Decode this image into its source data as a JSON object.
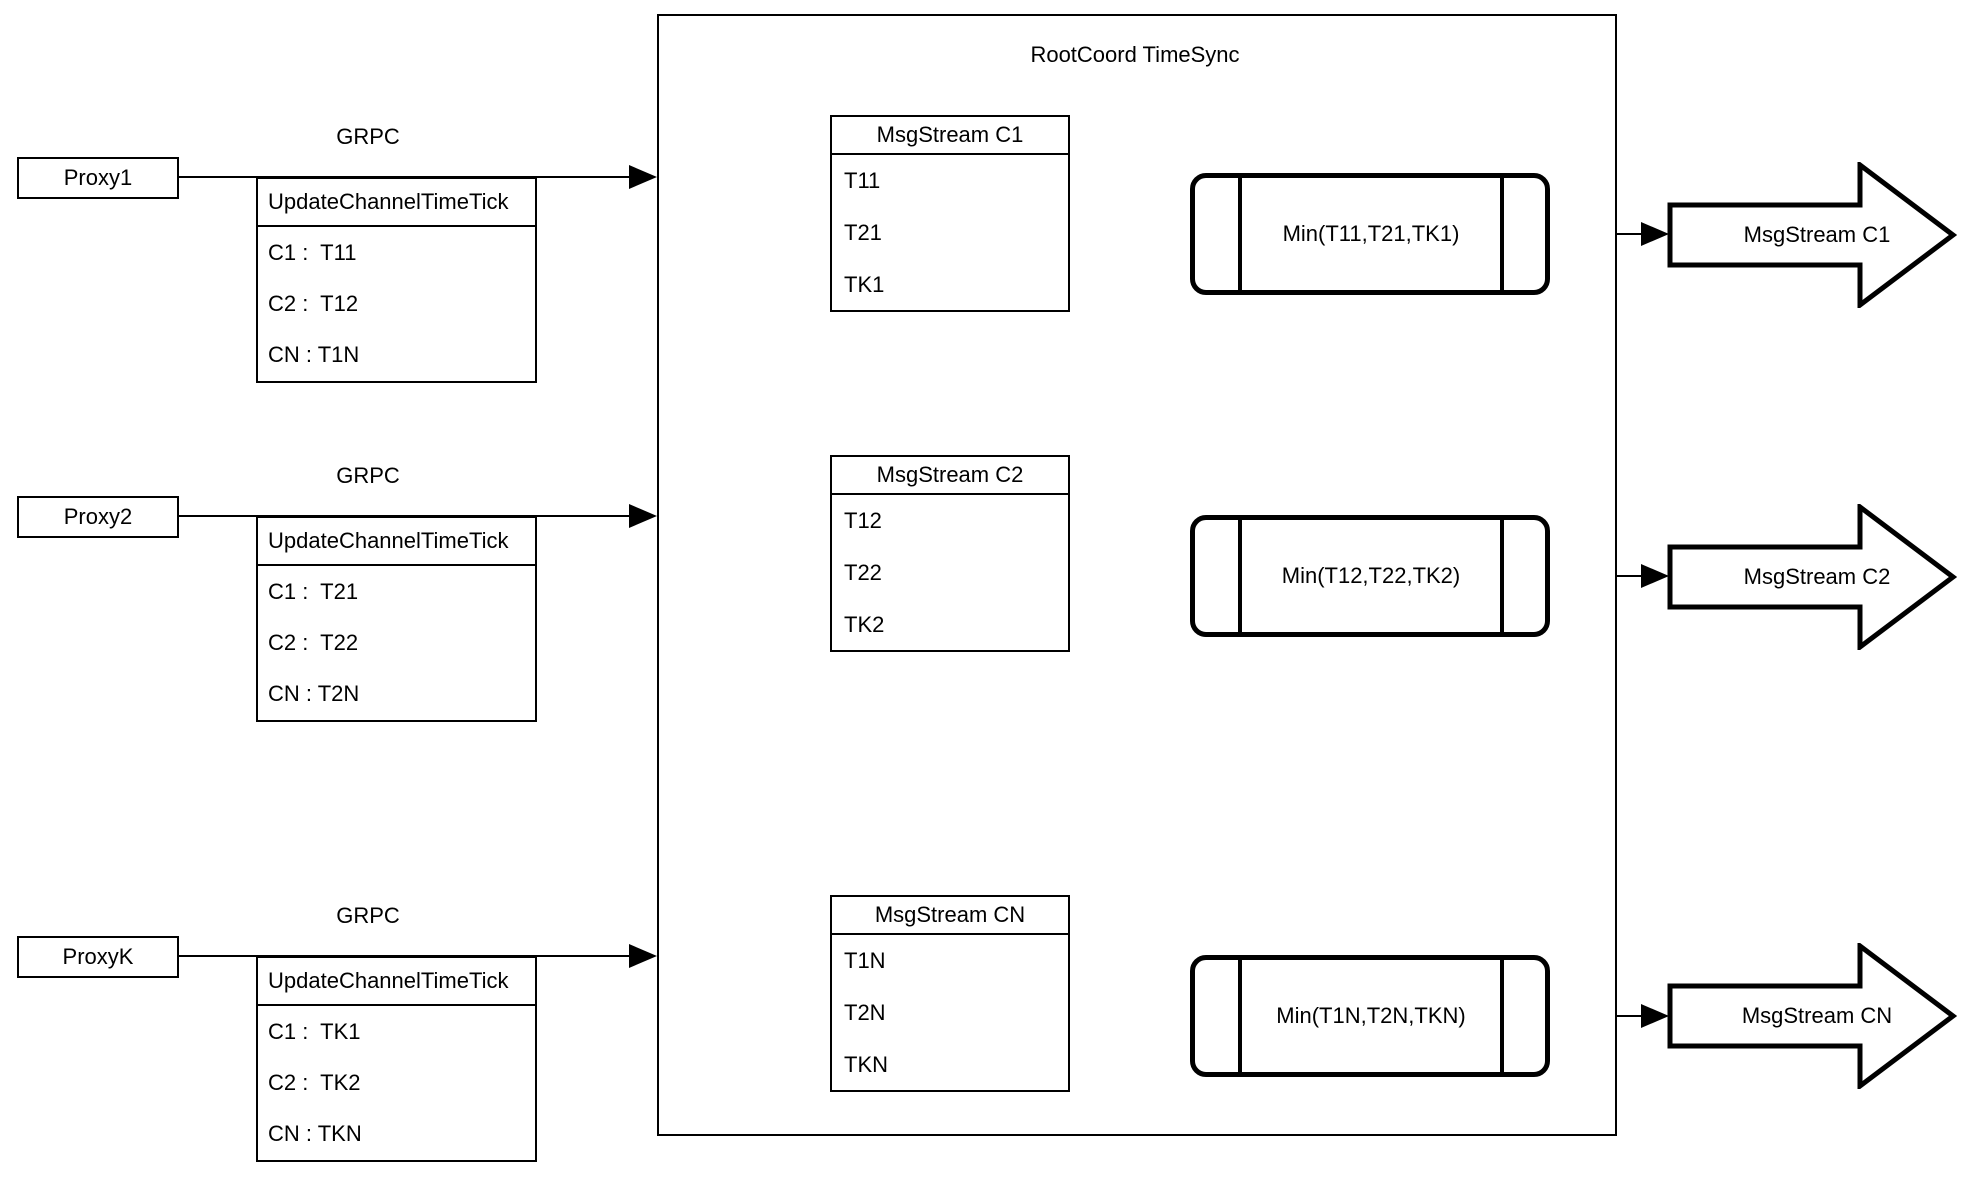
{
  "diagram": {
    "title": "RootCoord TimeSync",
    "grpc_label": "GRPC",
    "proxies": [
      {
        "label": "Proxy1",
        "table": {
          "header": "UpdateChannelTimeTick",
          "rows": [
            "C1 :  T11",
            "C2 :  T12",
            "CN : T1N"
          ]
        }
      },
      {
        "label": "Proxy2",
        "table": {
          "header": "UpdateChannelTimeTick",
          "rows": [
            "C1 :  T21",
            "C2 :  T22",
            "CN : T2N"
          ]
        }
      },
      {
        "label": "ProxyK",
        "table": {
          "header": "UpdateChannelTimeTick",
          "rows": [
            "C1 :  TK1",
            "C2 :  TK2",
            "CN : TKN"
          ]
        }
      }
    ],
    "msgstream_tables": [
      {
        "header": "MsgStream C1",
        "rows": [
          "T11",
          "T21",
          "TK1"
        ]
      },
      {
        "header": "MsgStream C2",
        "rows": [
          "T12",
          "T22",
          "TK2"
        ]
      },
      {
        "header": "MsgStream CN",
        "rows": [
          "T1N",
          "T2N",
          "TKN"
        ]
      }
    ],
    "min_labels": [
      "Min(T11,T21,TK1)",
      "Min(T12,T22,TK2)",
      "Min(T1N,T2N,TKN)"
    ],
    "output_arrows": [
      "MsgStream C1",
      "MsgStream C2",
      "MsgStream CN"
    ]
  },
  "colors": {
    "stroke": "#000000",
    "background": "#ffffff"
  }
}
